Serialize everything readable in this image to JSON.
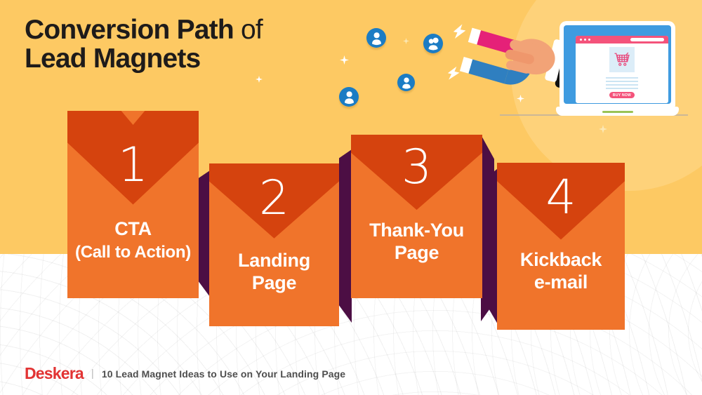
{
  "title": {
    "bold1": "Conversion Path",
    "light": "of",
    "bold2": "Lead Magnets"
  },
  "steps": [
    {
      "number": "1",
      "line1": "CTA",
      "line2": "(Call to Action)"
    },
    {
      "number": "2",
      "line1": "Landing",
      "line2": "Page"
    },
    {
      "number": "3",
      "line1": "Thank-You",
      "line2": "Page"
    },
    {
      "number": "4",
      "line1": "Kickback",
      "line2": "e-mail"
    }
  ],
  "illustration": {
    "buy_button": "BUY NOW",
    "icons": {
      "user": "user-icon",
      "users": "users-icon",
      "magnet": "magnet-icon",
      "laptop": "laptop-icon",
      "cart": "shopping-cart-icon",
      "sparkle": "sparkle-icon",
      "lightning": "lightning-icon"
    }
  },
  "footer": {
    "brand": "Deskera",
    "separator": "|",
    "caption": "10 Lead Magnet Ideas to Use on Your Landing Page"
  },
  "colors": {
    "background_yellow": "#FDC963",
    "glow_yellow": "#FED37E",
    "white_band": "#FFFFFF",
    "envelope_orange": "#F0742B",
    "envelope_flap_red": "#D5430E",
    "panel_purple": "#4C0E44",
    "title_black": "#1E1B1A",
    "brand_red": "#E23333",
    "caption_gray": "#4E4E4E",
    "user_icon_blue": "#1B7CC4",
    "laptop_bezel_blue": "#3F9BE0",
    "browser_pink": "#F4537B",
    "magnet_pink": "#E52178",
    "magnet_blue": "#2F7FC0"
  }
}
